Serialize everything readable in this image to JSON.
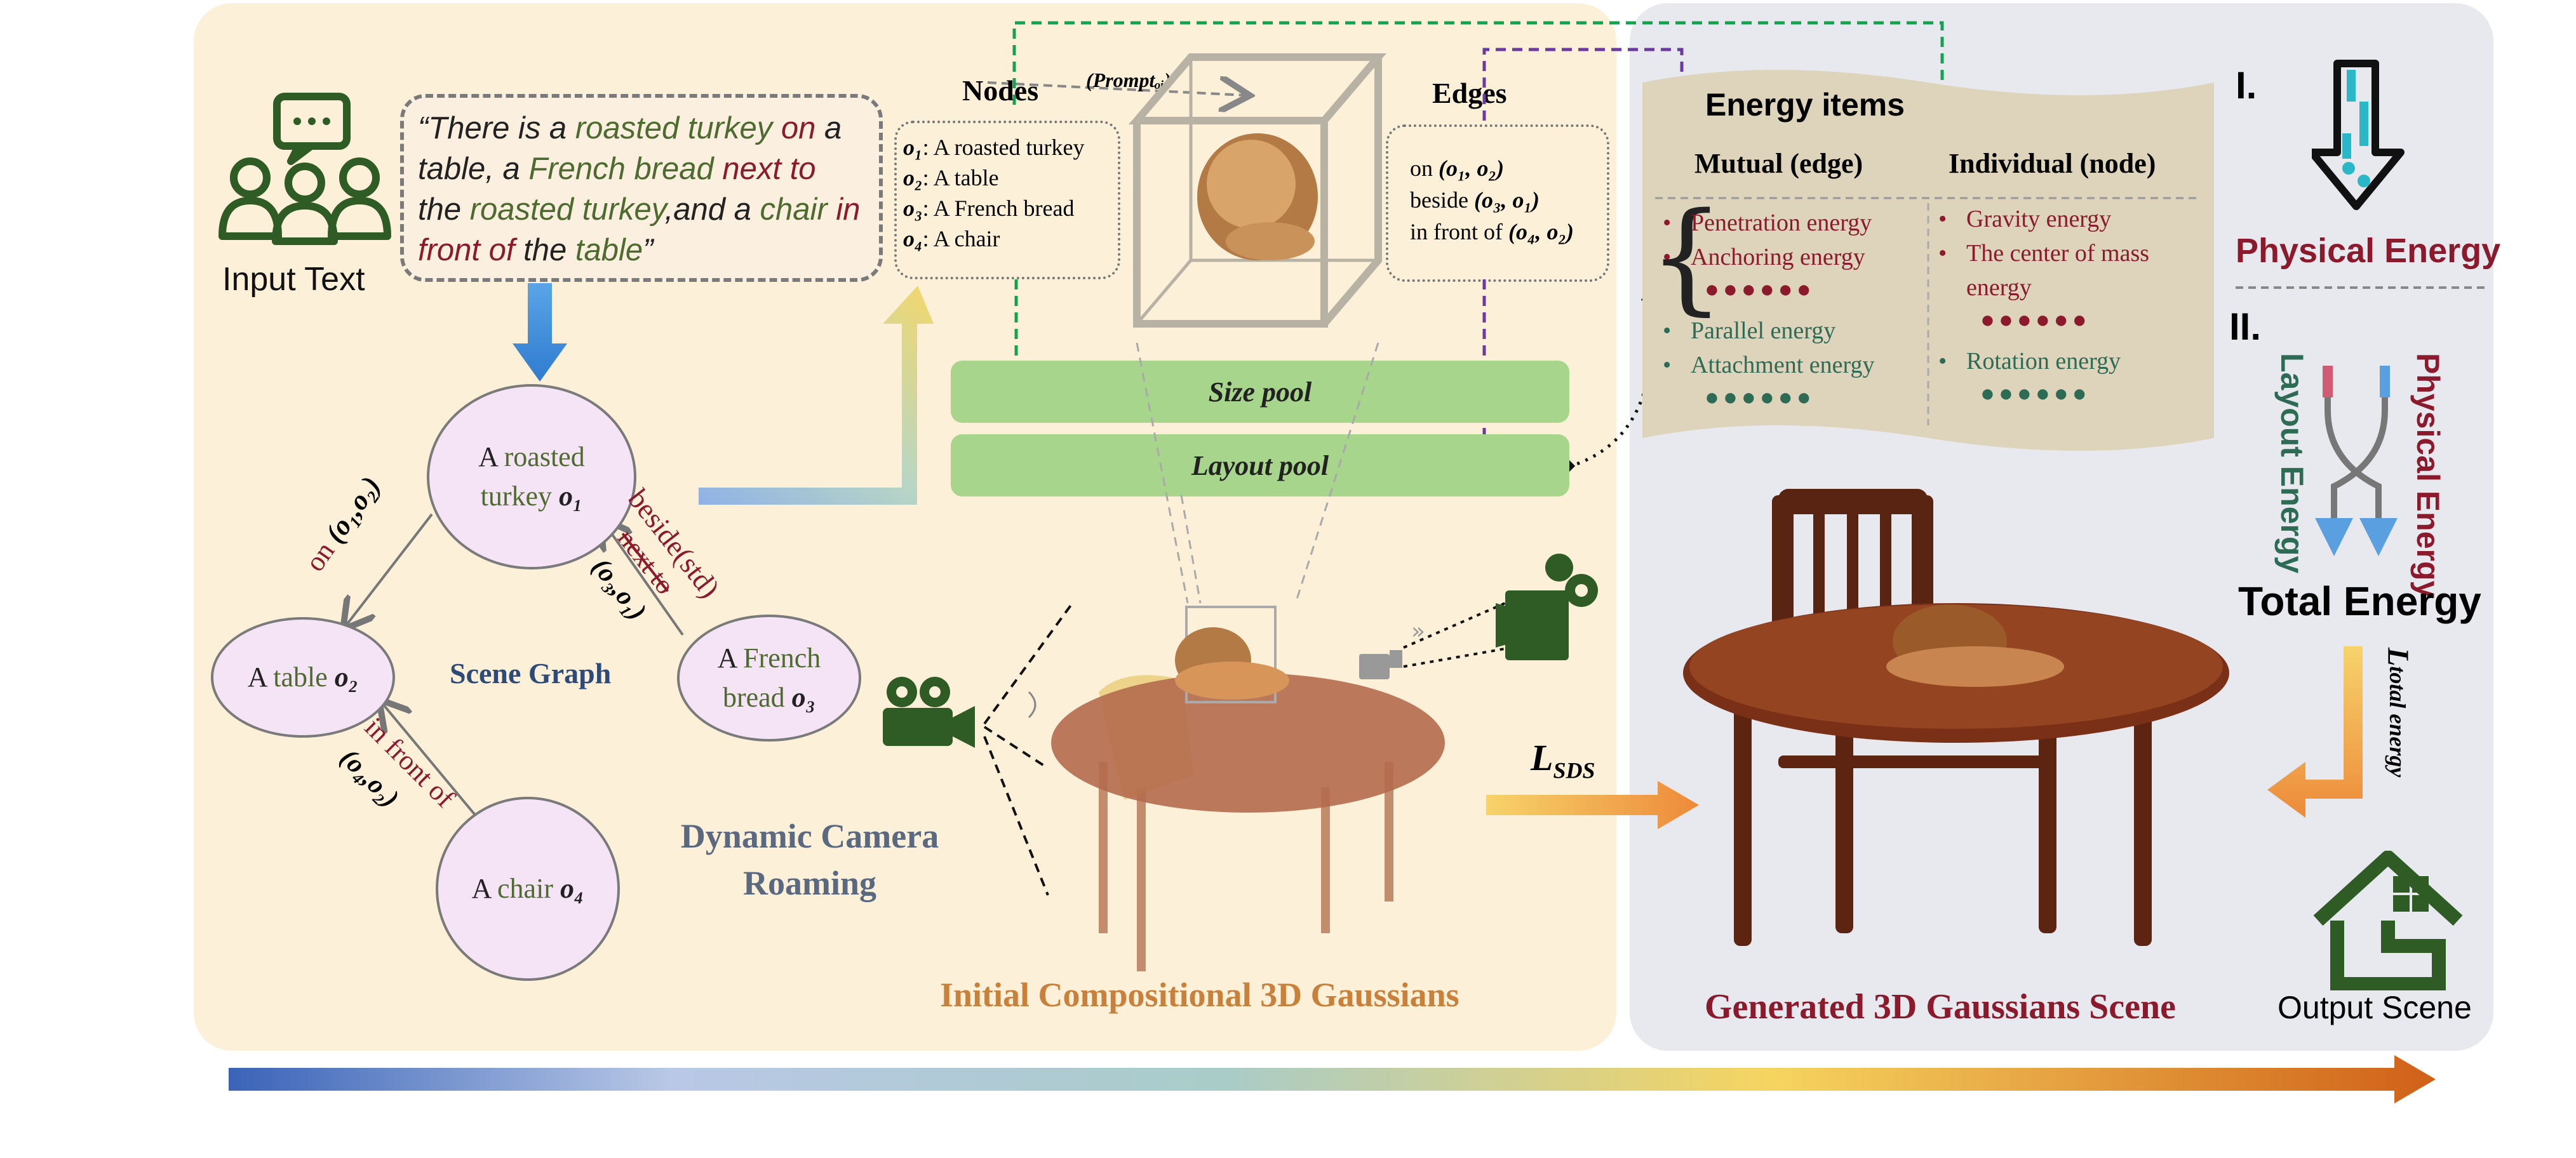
{
  "input": {
    "label": "Input Text",
    "quote": [
      {
        "t": "“There is a ",
        "c": "#222222"
      },
      {
        "t": "roasted turkey",
        "c": "#4e6b2f"
      },
      {
        "t": " on",
        "c": "#8b1a2c"
      },
      {
        "t": " a table",
        "c": "#222222"
      },
      {
        "t": ", a ",
        "c": "#222222"
      },
      {
        "t": "French bread",
        "c": "#4e6b2f"
      },
      {
        "t": " next to",
        "c": "#8b1a2c"
      },
      {
        "t": " the ",
        "c": "#222222"
      },
      {
        "t": "roasted turkey",
        "c": "#4e6b2f"
      },
      {
        "t": ",and a ",
        "c": "#222222"
      },
      {
        "t": "chair",
        "c": "#4e6b2f"
      },
      {
        "t": " in front of",
        "c": "#8b1a2c"
      },
      {
        "t": " the ",
        "c": "#222222"
      },
      {
        "t": "table",
        "c": "#4e6b2f"
      },
      {
        "t": "”",
        "c": "#222222"
      }
    ]
  },
  "scene_graph": {
    "title": "Scene Graph",
    "o1": {
      "pre": "A ",
      "name": "roasted",
      "name2": "turkey",
      "sym": "o₁"
    },
    "o2": {
      "pre": "A ",
      "name": "table",
      "sym": "o₂"
    },
    "o3": {
      "pre": "A ",
      "name": "French",
      "name2": "bread",
      "sym": "o₃"
    },
    "o4": {
      "pre": "A ",
      "name": "chair",
      "sym": "o₄"
    },
    "edge_on": {
      "rel": "on",
      "pair": "(o₁,o₂)"
    },
    "edge_beside": {
      "rel": "beside(std)",
      "struck": "next to",
      "pair": "(o₃,o₁)"
    },
    "edge_front": {
      "rel": "in front of",
      "pair": "(o₄,o₂)"
    }
  },
  "nodes": {
    "title": "Nodes",
    "prompt": "(Promptₒᵢ)",
    "items": [
      {
        "sym": "o₁",
        "text": ": A roasted turkey"
      },
      {
        "sym": "o₂",
        "text": ": A table"
      },
      {
        "sym": "o₃",
        "text": ": A French bread"
      },
      {
        "sym": "o₄",
        "text": ": A chair"
      }
    ]
  },
  "edges": {
    "title": "Edges",
    "items": [
      {
        "rel": "on ",
        "pair": "(o₁, o₂)"
      },
      {
        "rel": "beside ",
        "pair": "(o₃, o₁)"
      },
      {
        "rel": "in front of  ",
        "pair": "(o₄, o₂)"
      }
    ]
  },
  "pools": {
    "size": "Size pool",
    "layout": "Layout pool"
  },
  "camera": {
    "line1": "Dynamic Camera",
    "line2": "Roaming"
  },
  "initial": {
    "caption": "Initial Compositional 3D Gaussians"
  },
  "loss": {
    "sds": "L",
    "sds_sub": "SDS",
    "total": "L",
    "total_sub": "total energy"
  },
  "energy": {
    "title": "Energy items",
    "mutual_header": "Mutual  (edge)",
    "individual_header": "Individual (node)",
    "mutual_phys": [
      "Penetration energy",
      "Anchoring  energy"
    ],
    "mutual_layout": [
      "Parallel energy",
      "Attachment energy"
    ],
    "indiv_phys": [
      "Gravity energy",
      "The center of mass energy"
    ],
    "indiv_layout": [
      "Rotation energy"
    ],
    "dots": "●●●●●●"
  },
  "side": {
    "roman1": "I.",
    "physical": "Physical  Energy",
    "roman2": "II.",
    "layout_vert": "Layout Energy",
    "physical_vert": "Physical Energy",
    "total": "Total Energy",
    "output": "Output Scene"
  },
  "generated": {
    "caption": "Generated 3D Gaussians Scene"
  },
  "colors": {
    "green": "#4e6b2f",
    "red": "#8b1a2c",
    "navy": "#2e4a7a",
    "orange": "#c8803a",
    "pool": "#a7d58b",
    "node": "#f5e3f6"
  }
}
